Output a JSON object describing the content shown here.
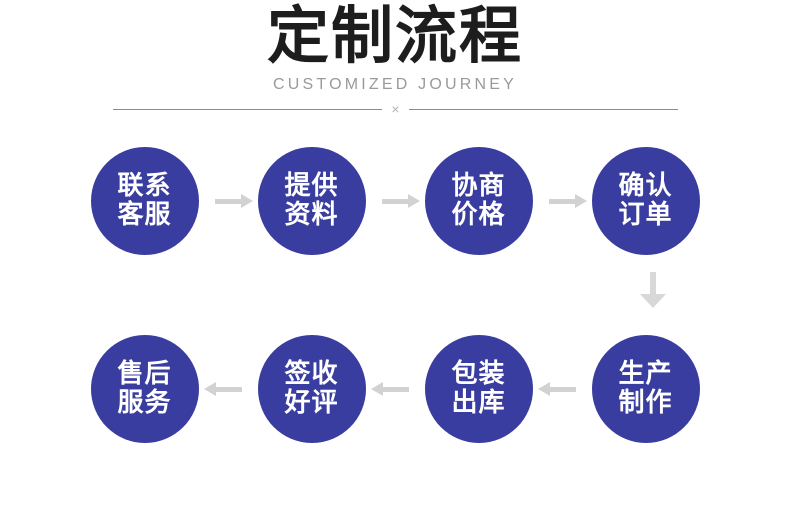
{
  "header": {
    "title": "定制流程",
    "subtitle": "CUSTOMIZED JOURNEY",
    "divider_mark": "×"
  },
  "colors": {
    "node_fill": "#3a3da0",
    "node_text": "#ffffff",
    "arrow": "#d2d2d2",
    "arrow_down": "#d8d8d8",
    "title_text": "#1d1d1d",
    "subtitle_text": "#9a9a9a",
    "divider_line": "#8c8c8c",
    "background": "#ffffff"
  },
  "flow": {
    "row_top": {
      "direction": "right",
      "steps": [
        {
          "line1": "联系",
          "line2": "客服"
        },
        {
          "line1": "提供",
          "line2": "资料"
        },
        {
          "line1": "协商",
          "line2": "价格"
        },
        {
          "line1": "确认",
          "line2": "订单"
        }
      ]
    },
    "row_bottom": {
      "direction": "left",
      "steps": [
        {
          "line1": "售后",
          "line2": "服务"
        },
        {
          "line1": "签收",
          "line2": "好评"
        },
        {
          "line1": "包装",
          "line2": "出库"
        },
        {
          "line1": "生产",
          "line2": "制作"
        }
      ]
    },
    "connector": {
      "icon": "arrow-down-icon",
      "direction": "down"
    }
  }
}
